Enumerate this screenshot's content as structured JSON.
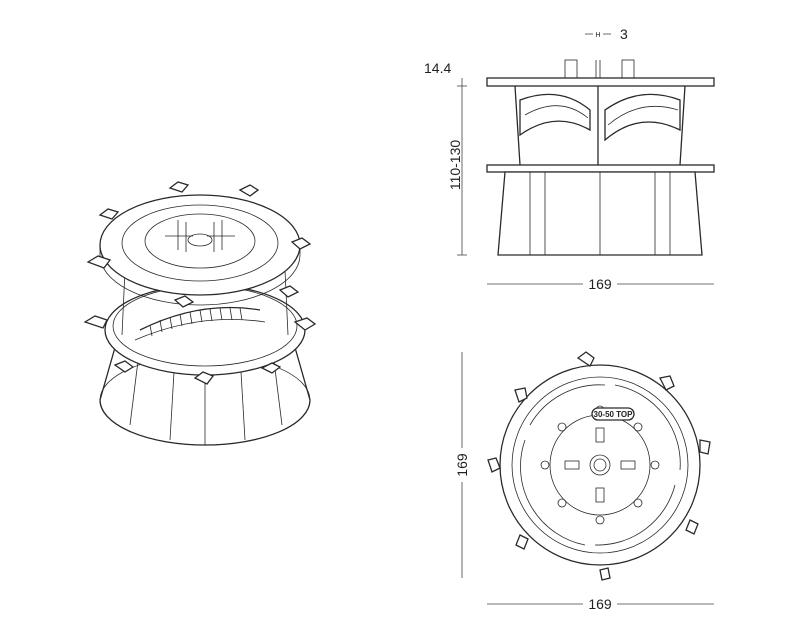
{
  "dimensions": {
    "gap": "3",
    "gap_marker": "H",
    "top_plate": "14.4",
    "height_range": "110-130",
    "side_width": "169",
    "top_height": "169",
    "top_width": "169"
  },
  "product_label": "30-50 TOP"
}
